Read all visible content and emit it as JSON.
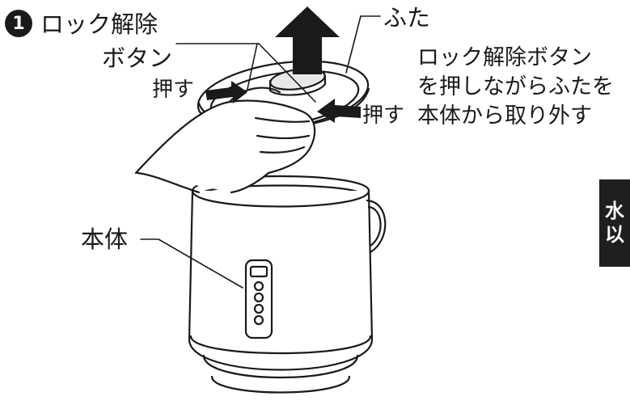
{
  "step": {
    "number": "1",
    "label_line1": "ロック解除",
    "label_line2": "ボタン"
  },
  "labels": {
    "lid": "ふた",
    "body": "本体",
    "push_left": "押す",
    "push_right": "押す"
  },
  "instruction": {
    "line1": "ロック解除ボタン",
    "line2": "を押しながらふたを",
    "line3": "本体から取り外す"
  },
  "side_tab": {
    "line1": "水",
    "line2": "以"
  },
  "colors": {
    "ink": "#1a1a1a",
    "paper": "#ffffff",
    "tab": "#1f1f1f"
  }
}
